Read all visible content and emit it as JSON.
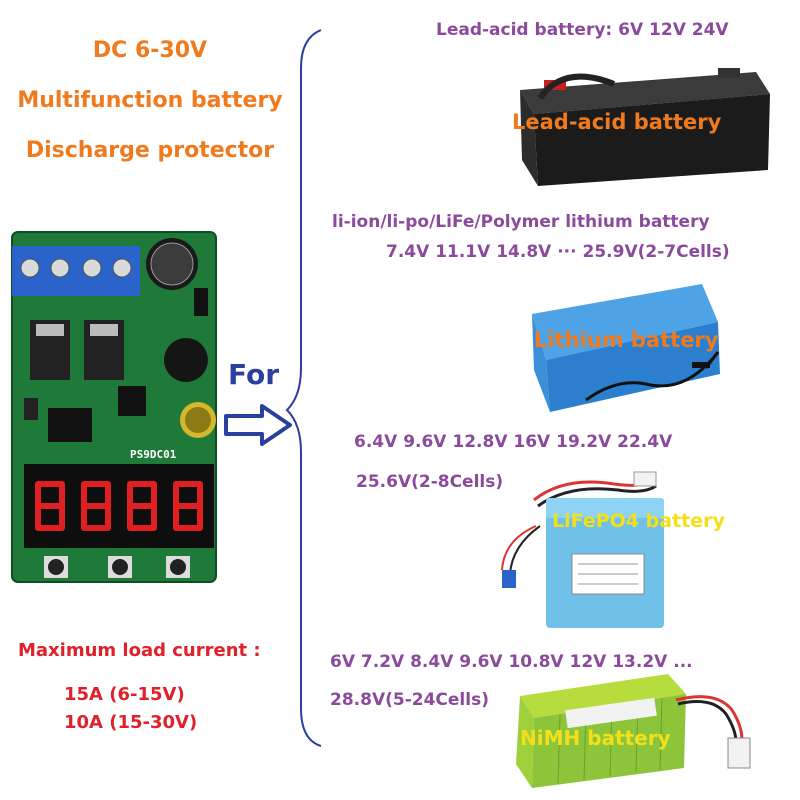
{
  "left": {
    "title_lines": [
      "DC 6-30V",
      "Multifunction battery",
      "Discharge protector"
    ],
    "for_label": "For",
    "board_label": "PS9DC01",
    "max_current_label": "Maximum load current :",
    "current_lines": [
      "15A (6-15V)",
      "10A (15-30V)"
    ]
  },
  "right": {
    "lead_acid": {
      "spec": "Lead-acid battery: 6V 12V 24V",
      "image_label": "Lead-acid battery"
    },
    "lithium": {
      "spec_line1": "li-ion/li-po/LiFe/Polymer lithium battery",
      "spec_line2": "7.4V 11.1V 14.8V ··· 25.9V(2-7Cells)",
      "image_label": "Lithium battery"
    },
    "lifepo4": {
      "spec_line1": "6.4V 9.6V 12.8V 16V 19.2V 22.4V",
      "spec_line2": "25.6V(2-8Cells)",
      "image_label": "LiFePO4 battery"
    },
    "nimh": {
      "spec_line1": "6V 7.2V 8.4V 9.6V 10.8V 12V 13.2V   ...",
      "spec_line2": "28.8V(5-24Cells)",
      "image_label": "NiMH battery"
    }
  },
  "colors": {
    "orange": "#f07a1e",
    "purple": "#8b4a9c",
    "red": "#e0202a",
    "blue": "#2a3f9e",
    "yellow": "#f4e01a",
    "pcb_green": "#1f7a3a"
  }
}
